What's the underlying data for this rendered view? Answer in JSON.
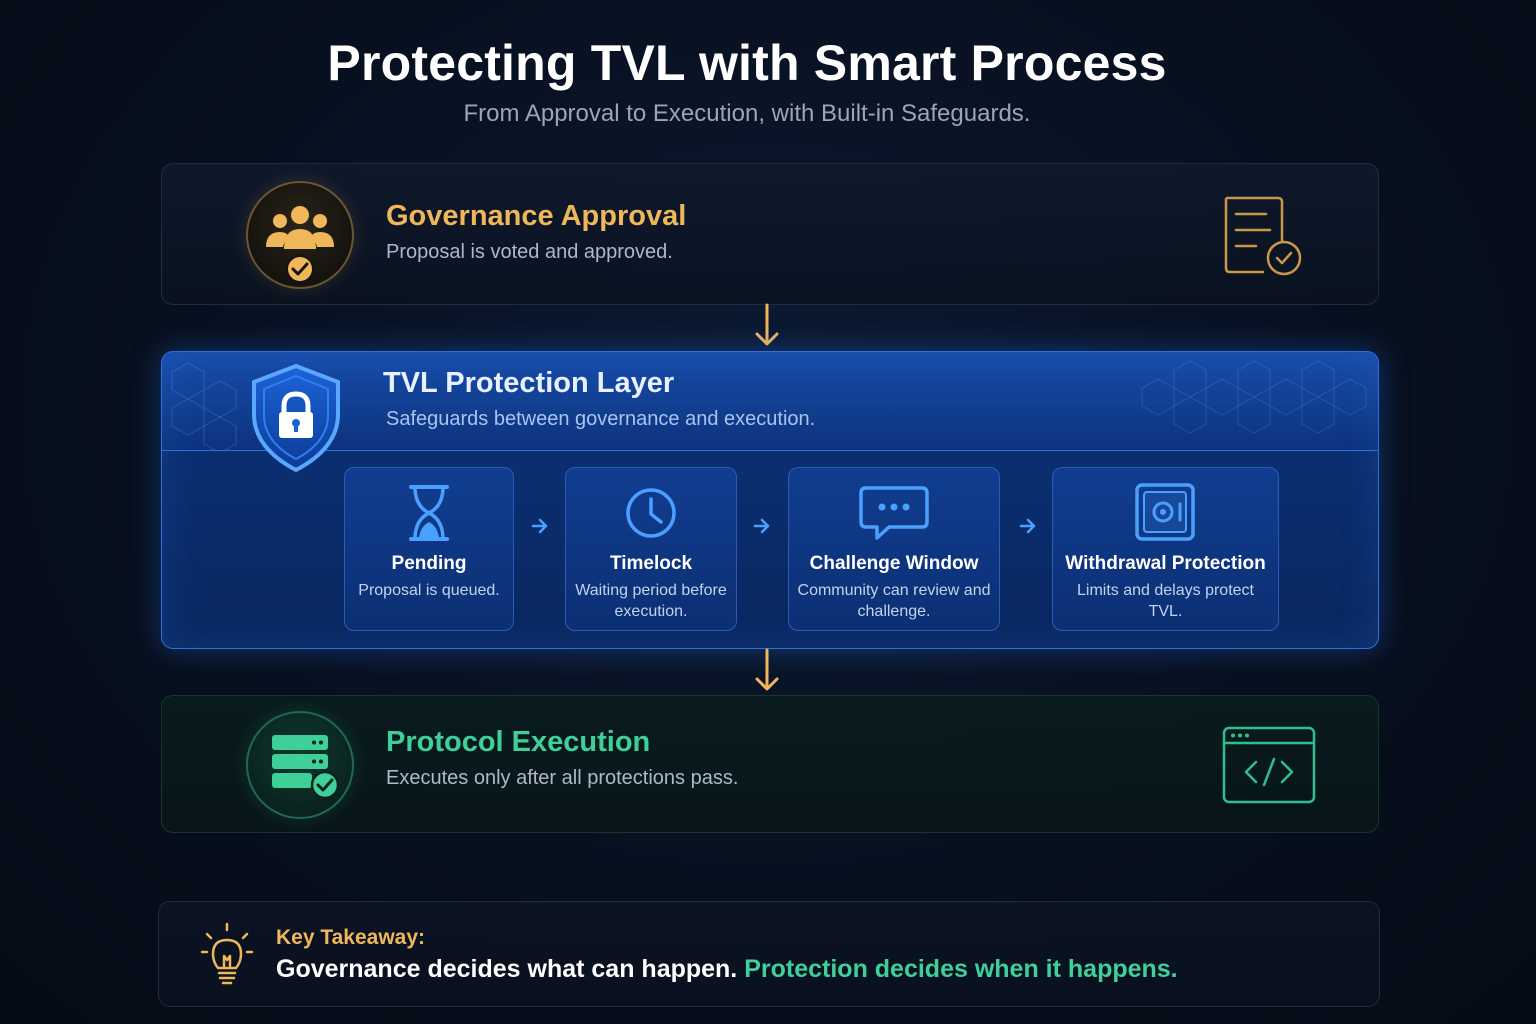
{
  "header": {
    "title": "Protecting TVL with Smart Process",
    "subtitle": "From Approval to Execution, with Built-in Safeguards."
  },
  "governance": {
    "title": "Governance Approval",
    "description": "Proposal is voted and approved.",
    "icon": "people-check-icon",
    "right_icon": "document-check-icon",
    "color": "#f0b65a"
  },
  "protection": {
    "title": "TVL Protection Layer",
    "description": "Safeguards between governance and execution.",
    "icon": "shield-lock-icon",
    "color": "#2f6fe0",
    "steps": [
      {
        "title": "Pending",
        "description": "Proposal is queued.",
        "icon": "hourglass-icon"
      },
      {
        "title": "Timelock",
        "description": "Waiting period before execution.",
        "icon": "clock-icon"
      },
      {
        "title": "Challenge Window",
        "description": "Community can review and challenge.",
        "icon": "chat-bubble-icon"
      },
      {
        "title": "Withdrawal Protection",
        "description": "Limits and delays protect TVL.",
        "icon": "vault-icon"
      }
    ]
  },
  "execution": {
    "title": "Protocol Execution",
    "description": "Executes only after all protections pass.",
    "icon": "server-check-icon",
    "right_icon": "code-window-icon",
    "color": "#3fd09a"
  },
  "takeaway": {
    "label": "Key Takeaway:",
    "text_part1": "Governance decides what can happen.",
    "text_part2": "Protection decides when it happens.",
    "icon": "lightbulb-icon"
  }
}
